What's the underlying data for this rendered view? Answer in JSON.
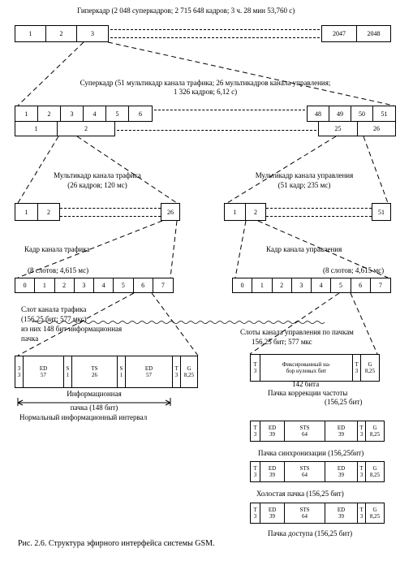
{
  "hyperframe": {
    "title": "Гиперкадр (2 048 суперкадров; 2 715 648 кадров; 3 ч. 28 мин 53,760 с)",
    "cells_left": [
      "1",
      "2",
      "3"
    ],
    "cells_right": [
      "2047",
      "2048"
    ]
  },
  "superframe": {
    "title": "Суперкадр (51 мультикадр канала трафика; 26 мультикадров канала управления;",
    "title2": "1 326 кадров; 6,12 с)",
    "top_left": [
      "1",
      "2",
      "3",
      "4",
      "5",
      "6"
    ],
    "top_right": [
      "48",
      "49",
      "50",
      "51"
    ],
    "bottom_left": [
      "1",
      "2"
    ],
    "bottom_right": [
      "25",
      "26"
    ]
  },
  "multiframe_traffic": {
    "title": "Мультикадр канала трафика",
    "subtitle": "(26 кадров; 120 мс)",
    "cells_left": [
      "1",
      "2"
    ],
    "cells_right": [
      "26"
    ]
  },
  "multiframe_control": {
    "title": "Мультикадр канала управления",
    "subtitle": "(51 кадр; 235 мс)",
    "cells_left": [
      "1",
      "2"
    ],
    "cells_right": [
      "51"
    ]
  },
  "frame_traffic": {
    "title": "Кадр канала трафика",
    "subtitle": "(8 слотов; 4,615 мс)",
    "cells": [
      "0",
      "1",
      "2",
      "3",
      "4",
      "5",
      "6",
      "7"
    ]
  },
  "frame_control": {
    "title": "Кадр канала управления",
    "subtitle": "(8 слотов; 4,615 мс)",
    "cells": [
      "0",
      "1",
      "2",
      "3",
      "4",
      "5",
      "6",
      "7"
    ]
  },
  "slot_traffic": {
    "line1": "Слот канала трафика",
    "line2": "(156,25 бит; 577 мкс)",
    "line3": "из них 148 бит информационная",
    "line4": "пачка",
    "fields": [
      {
        "top": "3",
        "bottom": "3"
      },
      {
        "top": "ED",
        "bottom": "57"
      },
      {
        "top": "S",
        "bottom": "1"
      },
      {
        "top": "TS",
        "bottom": "26"
      },
      {
        "top": "S",
        "bottom": "1"
      },
      {
        "top": "ED",
        "bottom": "57"
      },
      {
        "top": "T",
        "bottom": "3"
      },
      {
        "top": "G",
        "bottom": "8,25"
      }
    ],
    "info_burst1": "Информационная",
    "info_burst2": "пачка (148 бит)",
    "interval": "Нормальный информационный   интервал"
  },
  "slot_control": {
    "title": "Слоты канала управления по пачкам",
    "subtitle": "156,25 бит; 577 мкс",
    "fcch": {
      "fields": [
        {
          "top": "T",
          "bottom": "3"
        },
        {
          "top": "Фиксированный на-",
          "bottom": "бор нулевых бит"
        },
        {
          "top": "T",
          "bottom": "3"
        },
        {
          "top": "G",
          "bottom": "8,25"
        }
      ],
      "fixed_bits": "142 бита",
      "label": "Пачка коррекции частоты",
      "label2": "(156,25 бит)"
    },
    "bursts": [
      {
        "fields": [
          {
            "top": "T",
            "bottom": "3"
          },
          {
            "top": "ED",
            "bottom": "39"
          },
          {
            "top": "STS",
            "bottom": "64"
          },
          {
            "top": "ED",
            "bottom": "39"
          },
          {
            "top": "T",
            "bottom": "3"
          },
          {
            "top": "G",
            "bottom": "8,25"
          }
        ],
        "label": "Пачка синхронизации (156,25бит)"
      },
      {
        "fields": [
          {
            "top": "T",
            "bottom": "3"
          },
          {
            "top": "ED",
            "bottom": "39"
          },
          {
            "top": "STS",
            "bottom": "64"
          },
          {
            "top": "ED",
            "bottom": "39"
          },
          {
            "top": "T",
            "bottom": "3"
          },
          {
            "top": "G",
            "bottom": "8,25"
          }
        ],
        "label": "Холостая пачка  (156,25 бит)"
      },
      {
        "fields": [
          {
            "top": "T",
            "bottom": "3"
          },
          {
            "top": "ED",
            "bottom": "39"
          },
          {
            "top": "STS",
            "bottom": "64"
          },
          {
            "top": "ED",
            "bottom": "39"
          },
          {
            "top": "T",
            "bottom": "3"
          },
          {
            "top": "G",
            "bottom": "8,25"
          }
        ],
        "label": "Пачка доступа  (156,25 бит)"
      }
    ]
  },
  "caption": "Рис. 2.6.   Структура эфирного интерфейса системы GSM."
}
